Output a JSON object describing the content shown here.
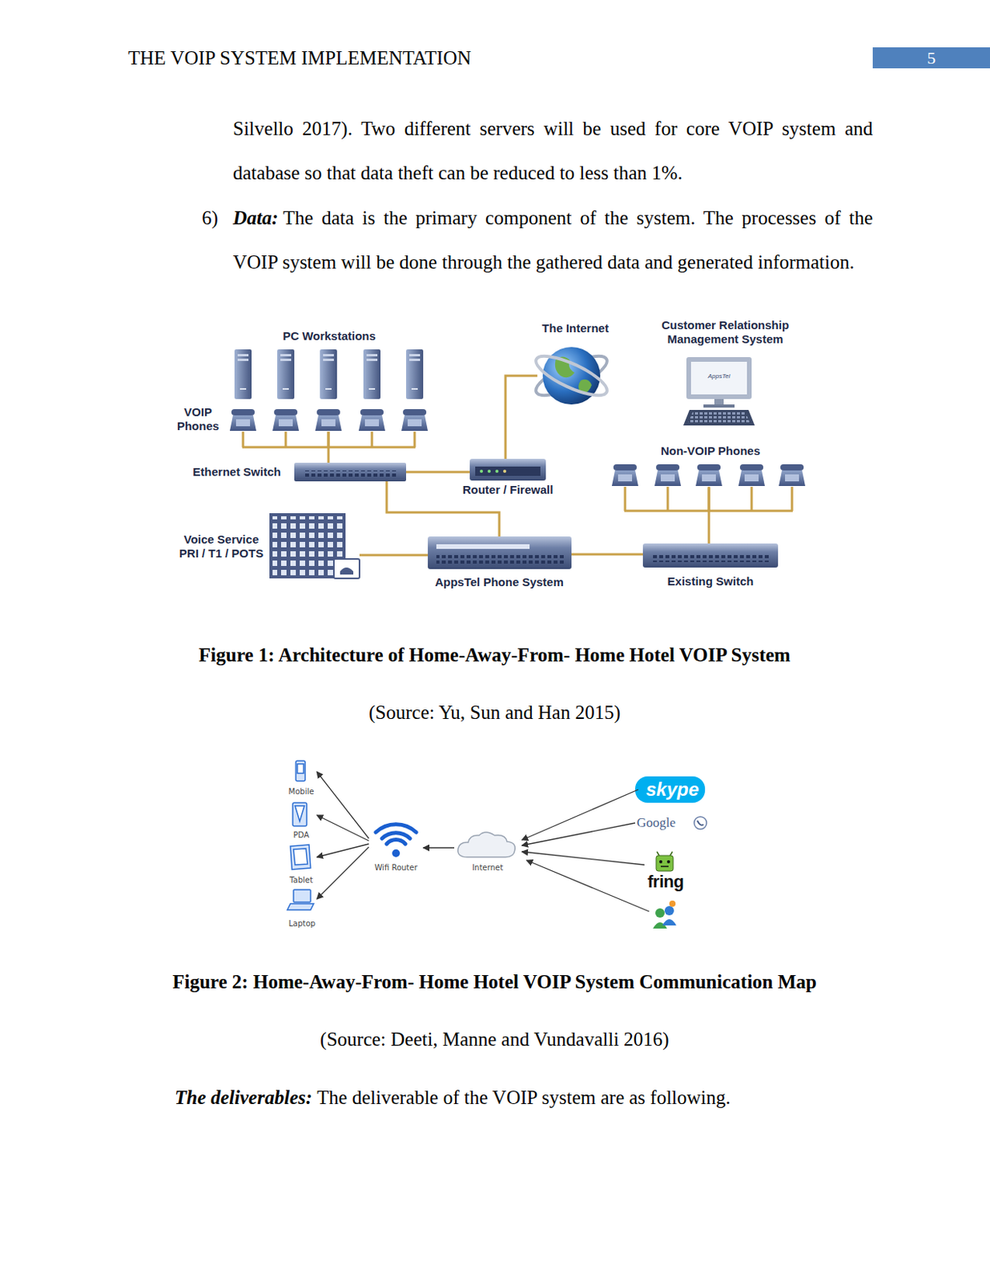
{
  "diagram": {
    "nodes": [
      {
        "text": [
          "PC Workstations"
        ]
      },
      {
        "text": [
          "VOIP Phones"
        ]
      },
      {
        "text": [
          "The Internet"
        ]
      },
      {
        "text": [
          "Customer Relationship Management System"
        ]
      },
      {
        "text": [
          "Ethernet Switch"
        ]
      },
      {
        "text": [
          "Router / Firewall"
        ]
      },
      {
        "text": [
          "Non-VOIP Phones"
        ]
      },
      {
        "text": [
          "Voice Service PRI / T1 / POTS"
        ]
      },
      {
        "text": [
          "AppsTel Phone System"
        ]
      },
      {
        "text": [
          "Existing Switch"
        ]
      },
      {
        "text": [
          "Mobile"
        ]
      },
      {
        "text": [
          "PDA"
        ]
      },
      {
        "text": [
          "Tablet"
        ]
      },
      {
        "text": [
          "Laptop"
        ]
      },
      {
        "text": [
          "Wifi Router"
        ]
      },
      {
        "text": [
          "Internet"
        ]
      },
      {
        "text": [
          "skype"
        ]
      },
      {
        "text": [
          "Google"
        ]
      },
      {
        "text": [
          "fring"
        ]
      }
    ],
    "edges": [
      {
        "from": 4,
        "to": 1,
        "arrow": "none"
      },
      {
        "from": 4,
        "to": 5,
        "arrow": "none"
      },
      {
        "from": 5,
        "to": 2,
        "arrow": "none"
      },
      {
        "from": 4,
        "to": 8,
        "arrow": "none"
      },
      {
        "from": 7,
        "to": 8,
        "arrow": "none"
      },
      {
        "from": 8,
        "to": 9,
        "arrow": "none"
      },
      {
        "from": 9,
        "to": 6,
        "arrow": "none"
      },
      {
        "from": 14,
        "to": 10,
        "arrow": "to"
      },
      {
        "from": 14,
        "to": 11,
        "arrow": "to"
      },
      {
        "from": 14,
        "to": 12,
        "arrow": "to"
      },
      {
        "from": 14,
        "to": 13,
        "arrow": "to"
      },
      {
        "from": 15,
        "to": 14,
        "arrow": "to"
      },
      {
        "from": 16,
        "to": 15,
        "arrow": "to"
      },
      {
        "from": 17,
        "to": 15,
        "arrow": "to"
      },
      {
        "from": 18,
        "to": 15,
        "arrow": "to"
      }
    ],
    "labels": [
      "THE VOIP SYSTEM IMPLEMENTATION",
      "5",
      "Silvello 2017). Two different servers will be used for core VOIP system and database so that data theft can be reduced to less than 1%.",
      "6)",
      "Data:",
      "The data is the primary component of the system. The processes of the VOIP system will be done through the gathered data and generated information.",
      "Figure 1: Architecture of Home-Away-From- Home Hotel VOIP System",
      "(Source: Yu, Sun and Han 2015)",
      "Figure 2: Home-Away-From- Home Hotel VOIP System Communication Map",
      "(Source: Deeti, Manne and Vundavalli 2016)",
      "The deliverables:",
      "The deliverable of the VOIP system are as following.",
      "AppsTel"
    ]
  }
}
